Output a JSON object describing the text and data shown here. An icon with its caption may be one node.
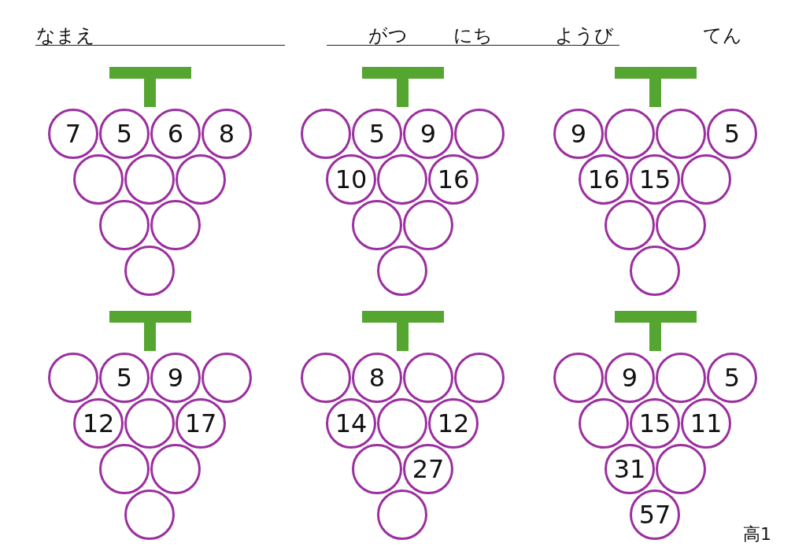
{
  "diagram": {
    "nodes": [
      {
        "text": [
          "7"
        ]
      },
      {
        "text": [
          "5"
        ]
      },
      {
        "text": [
          "6"
        ]
      },
      {
        "text": [
          "8"
        ]
      },
      {
        "text": [],
        "shape": "circle"
      },
      {
        "text": [],
        "shape": "circle"
      },
      {
        "text": [],
        "shape": "circle"
      },
      {
        "text": [],
        "shape": "circle"
      },
      {
        "text": [],
        "shape": "circle"
      },
      {
        "text": [],
        "shape": "circle"
      },
      {
        "text": [],
        "shape": "circle"
      },
      {
        "text": [
          "5"
        ]
      },
      {
        "text": [
          "9"
        ]
      },
      {
        "text": [],
        "shape": "circle"
      },
      {
        "text": [
          "10"
        ]
      },
      {
        "text": [],
        "shape": "circle"
      },
      {
        "text": [
          "16"
        ]
      },
      {
        "text": [],
        "shape": "circle"
      },
      {
        "text": [],
        "shape": "circle"
      },
      {
        "text": [],
        "shape": "circle"
      },
      {
        "text": [
          "9"
        ]
      },
      {
        "text": [],
        "shape": "circle"
      },
      {
        "text": [],
        "shape": "circle"
      },
      {
        "text": [
          "5"
        ]
      },
      {
        "text": [
          "16"
        ]
      },
      {
        "text": [
          "15"
        ]
      },
      {
        "text": [],
        "shape": "circle"
      },
      {
        "text": [],
        "shape": "circle"
      },
      {
        "text": [],
        "shape": "circle"
      },
      {
        "text": [],
        "shape": "circle"
      },
      {
        "text": [],
        "shape": "circle"
      },
      {
        "text": [
          "5"
        ]
      },
      {
        "text": [
          "9"
        ]
      },
      {
        "text": [],
        "shape": "circle"
      },
      {
        "text": [
          "12"
        ]
      },
      {
        "text": [],
        "shape": "circle"
      },
      {
        "text": [
          "17"
        ]
      },
      {
        "text": [],
        "shape": "circle"
      },
      {
        "text": [],
        "shape": "circle"
      },
      {
        "text": [],
        "shape": "circle"
      },
      {
        "text": [],
        "shape": "circle"
      },
      {
        "text": [
          "8"
        ]
      },
      {
        "text": [],
        "shape": "circle"
      },
      {
        "text": [],
        "shape": "circle"
      },
      {
        "text": [
          "14"
        ]
      },
      {
        "text": [],
        "shape": "circle"
      },
      {
        "text": [
          "12"
        ]
      },
      {
        "text": [],
        "shape": "circle"
      },
      {
        "text": [
          "27"
        ]
      },
      {
        "text": [],
        "shape": "circle"
      },
      {
        "text": [],
        "shape": "circle"
      },
      {
        "text": [
          "9"
        ]
      },
      {
        "text": [],
        "shape": "circle"
      },
      {
        "text": [
          "5"
        ]
      },
      {
        "text": [],
        "shape": "circle"
      },
      {
        "text": [
          "15"
        ]
      },
      {
        "text": [
          "11"
        ]
      },
      {
        "text": [
          "31"
        ]
      },
      {
        "text": [],
        "shape": "circle"
      },
      {
        "text": [
          "57"
        ]
      }
    ],
    "labels": [
      "なまえ",
      "がつ",
      "にち",
      "ようび",
      "てん",
      "高1"
    ]
  }
}
